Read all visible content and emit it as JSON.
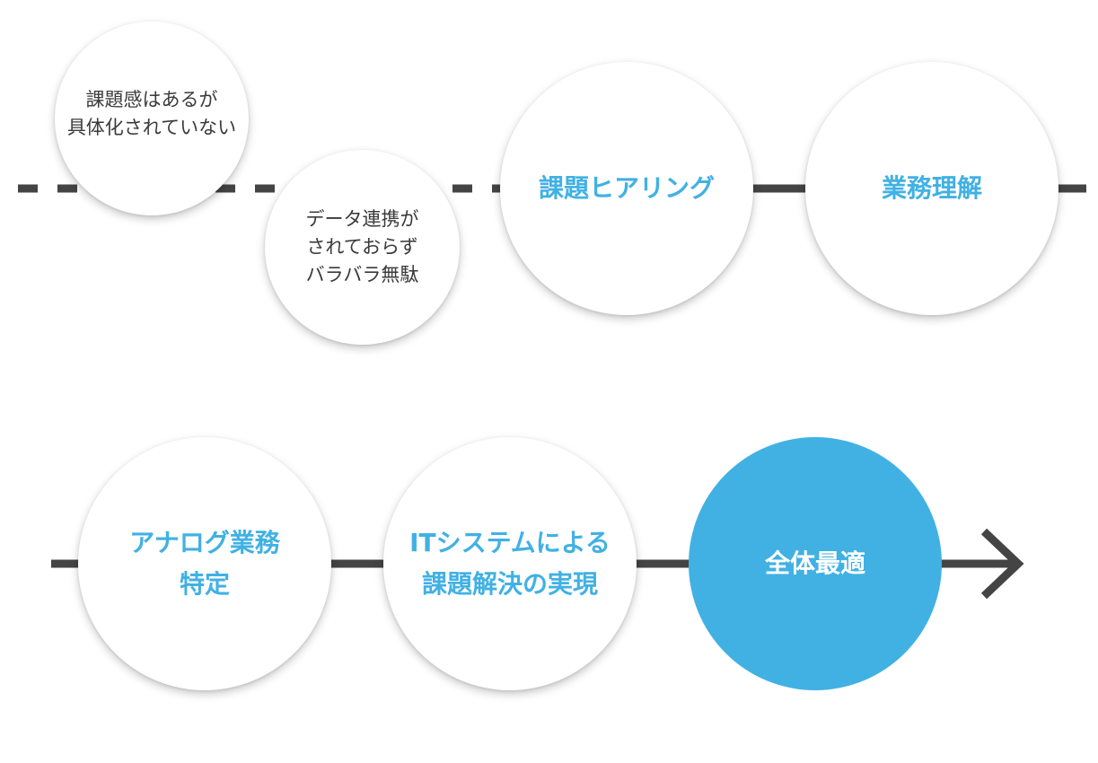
{
  "colors": {
    "accent": "#41b1e4",
    "line": "#444444",
    "text_dark": "#3a3a3a",
    "on_accent": "#ffffff"
  },
  "steps": [
    {
      "label": "課題感はあるが\n具体化されていない"
    },
    {
      "label": "データ連携が\nされておらず\nバラバラ無駄"
    },
    {
      "label": "課題ヒアリング"
    },
    {
      "label": "業務理解"
    },
    {
      "label": "アナログ業務\n特定"
    },
    {
      "label": "ITシステムによる\n課題解決の実現"
    },
    {
      "label": "全体最適"
    }
  ]
}
